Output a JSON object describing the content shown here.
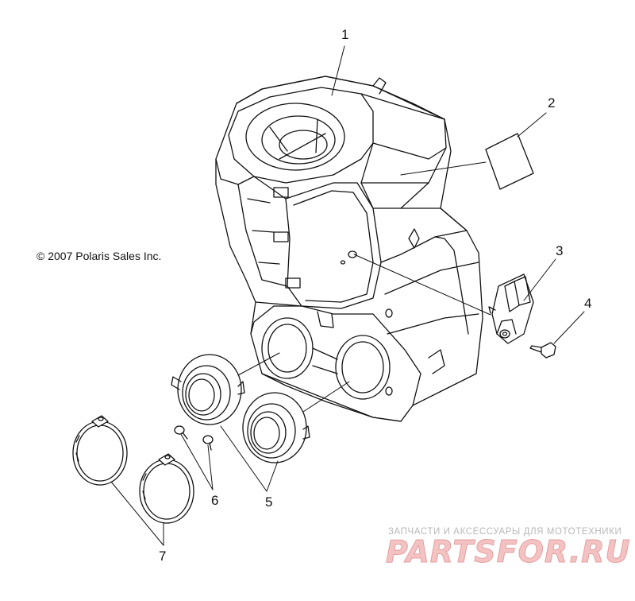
{
  "copyright": "© 2007 Polaris Sales Inc.",
  "callouts": [
    "1",
    "2",
    "3",
    "4",
    "5",
    "6",
    "7"
  ],
  "watermark": {
    "tagline": "ЗАПЧАСТИ И АКСЕССУАРЫ ДЛЯ МОТОТЕХНИКИ",
    "logo": "PARTSFOR.RU"
  },
  "colors": {
    "line": "#111111",
    "background": "#ffffff",
    "watermark": "#f3c3c3"
  }
}
